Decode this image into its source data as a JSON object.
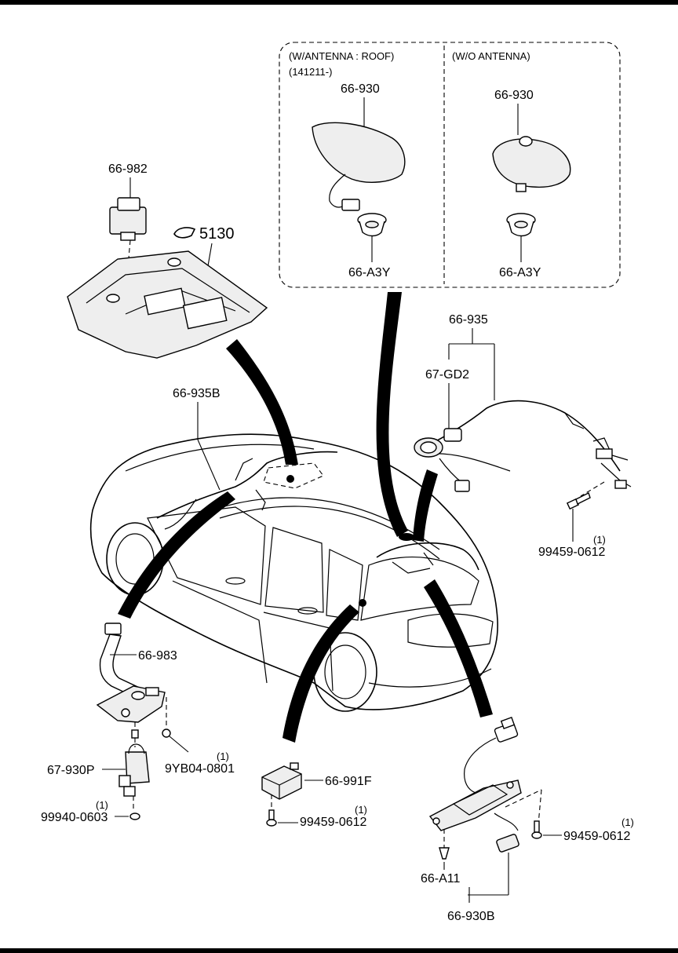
{
  "inset": {
    "left_heading_line1": "(W/ANTENNA : ROOF)",
    "left_heading_line2": "(141211-)",
    "right_heading": "(W/O ANTENNA)",
    "left_antenna_label": "66-930",
    "left_base_label": "66-A3Y",
    "right_antenna_label": "66-930",
    "right_base_label": "66-A3Y"
  },
  "labels": {
    "room_lamp_switch": "66-982",
    "reference": "5130",
    "harness_roof": "66-935B",
    "harness_rear": "66-935",
    "harness_sub": "67-GD2",
    "bolt_rear_qty": "(1)",
    "bolt_rear": "99459-0612",
    "bracket": "66-983",
    "screw_qty": "(1)",
    "screw": "9YB04-0801",
    "sensor": "67-930P",
    "nut_qty": "(1)",
    "nut": "99940-0603",
    "module": "66-991F",
    "bolt_module_qty": "(1)",
    "bolt_module": "99459-0612",
    "bolt_amp_qty": "(1)",
    "bolt_amp": "99459-0612",
    "clip": "66-A11",
    "antenna_amp": "66-930B"
  }
}
